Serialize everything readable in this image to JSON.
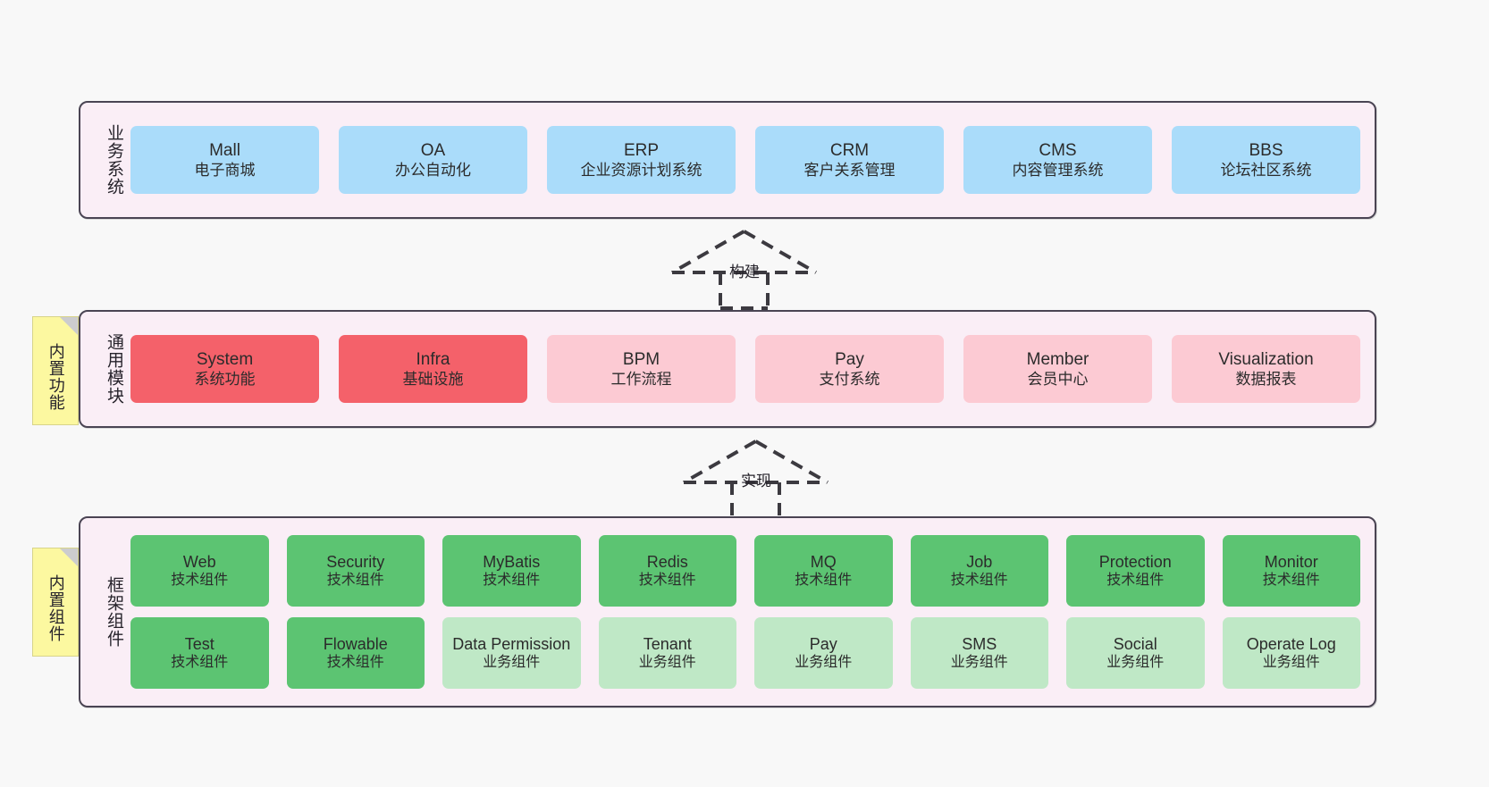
{
  "layers": [
    {
      "id": "business",
      "title": "业务系统",
      "rows": [
        [
          {
            "name": "Mall",
            "desc": "电子商城",
            "color": "#aadcfa"
          },
          {
            "name": "OA",
            "desc": "办公自动化",
            "color": "#aadcfa"
          },
          {
            "name": "ERP",
            "desc": "企业资源计划系统",
            "color": "#aadcfa"
          },
          {
            "name": "CRM",
            "desc": "客户关系管理",
            "color": "#aadcfa"
          },
          {
            "name": "CMS",
            "desc": "内容管理系统",
            "color": "#aadcfa"
          },
          {
            "name": "BBS",
            "desc": "论坛社区系统",
            "color": "#aadcfa"
          }
        ]
      ]
    },
    {
      "id": "common",
      "title": "通用模块",
      "rows": [
        [
          {
            "name": "System",
            "desc": "系统功能",
            "color": "#f4616a"
          },
          {
            "name": "Infra",
            "desc": "基础设施",
            "color": "#f4616a"
          },
          {
            "name": "BPM",
            "desc": "工作流程",
            "color": "#fccad3"
          },
          {
            "name": "Pay",
            "desc": "支付系统",
            "color": "#fccad3"
          },
          {
            "name": "Member",
            "desc": "会员中心",
            "color": "#fccad3"
          },
          {
            "name": "Visualization",
            "desc": "数据报表",
            "color": "#fccad3"
          }
        ]
      ]
    },
    {
      "id": "framework",
      "title": "框架组件",
      "rows": [
        [
          {
            "name": "Web",
            "desc": "技术组件",
            "color": "#5cc472"
          },
          {
            "name": "Security",
            "desc": "技术组件",
            "color": "#5cc472"
          },
          {
            "name": "MyBatis",
            "desc": "技术组件",
            "color": "#5cc472"
          },
          {
            "name": "Redis",
            "desc": "技术组件",
            "color": "#5cc472"
          },
          {
            "name": "MQ",
            "desc": "技术组件",
            "color": "#5cc472"
          },
          {
            "name": "Job",
            "desc": "技术组件",
            "color": "#5cc472"
          },
          {
            "name": "Protection",
            "desc": "技术组件",
            "color": "#5cc472"
          },
          {
            "name": "Monitor",
            "desc": "技术组件",
            "color": "#5cc472"
          }
        ],
        [
          {
            "name": "Test",
            "desc": "技术组件",
            "color": "#5cc472"
          },
          {
            "name": "Flowable",
            "desc": "技术组件",
            "color": "#5cc472"
          },
          {
            "name": "Data Permission",
            "desc": "业务组件",
            "color": "#bfe8c6"
          },
          {
            "name": "Tenant",
            "desc": "业务组件",
            "color": "#bfe8c6"
          },
          {
            "name": "Pay",
            "desc": "业务组件",
            "color": "#bfe8c6"
          },
          {
            "name": "SMS",
            "desc": "业务组件",
            "color": "#bfe8c6"
          },
          {
            "name": "Social",
            "desc": "业务组件",
            "color": "#bfe8c6"
          },
          {
            "name": "Operate Log",
            "desc": "业务组件",
            "color": "#bfe8c6"
          }
        ]
      ]
    }
  ],
  "sticky_notes": [
    {
      "id": "common",
      "text": "内置功能"
    },
    {
      "id": "framework",
      "text": "内置组件"
    }
  ],
  "connectors": [
    {
      "id": "build",
      "label": "构建"
    },
    {
      "id": "impl",
      "label": "实现"
    }
  ],
  "colors": {
    "background": "#f8f8f8",
    "layer_fill": "#faeef6",
    "layer_border": "#4a4453",
    "business_card": "#aadcfa",
    "common_primary": "#f4616a",
    "common_secondary": "#fccad3",
    "framework_tech": "#5cc472",
    "framework_biz": "#bfe8c6",
    "sticky": "#fcf8a0",
    "text": "#26232b"
  }
}
